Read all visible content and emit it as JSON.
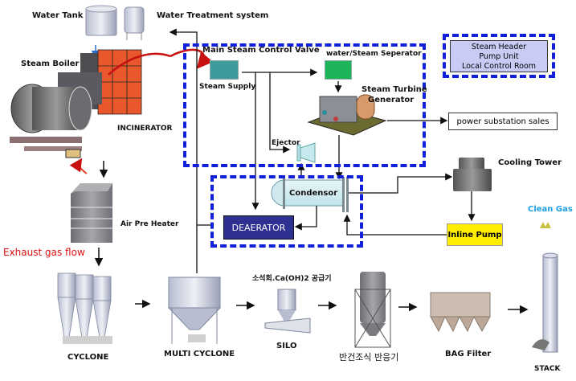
{
  "diagram": {
    "top": {
      "water_tank": "Water Tank",
      "water_treatment": "Water Treatment system",
      "steam_boiler": "Steam Boiler",
      "incinerator": "INCINERATOR",
      "air_pre_heater": "Air Pre Heater",
      "exhaust_gas_flow": "Exhaust gas flow"
    },
    "steam_block": {
      "main_steam_control_valve": "Main Steam Control Valve",
      "steam_supply": "Steam Supply",
      "water_steam_separator": "water/Steam Seperator",
      "steam_turbine_line1": "Steam Turbine",
      "steam_turbine_line2": "Generator",
      "ejector": "Ejector"
    },
    "legend_box": {
      "line1": "Steam Header",
      "line2": "Pump Unit",
      "line3": "Local Control Room"
    },
    "power_sales": "power substation sales",
    "condenser_block": {
      "condensor": "Condensor",
      "deaerator": "DEAERATOR"
    },
    "cooling": {
      "cooling_tower": "Cooling Tower",
      "inline_pump": "Inline Pump"
    },
    "gas_line": {
      "clean_gas": "Clean Gas",
      "cyclone": "CYCLONE",
      "multi_cyclone": "MULTI CYCLONE",
      "silo_supply": "소석회.Ca(OH)2 공급기",
      "silo": "SILO",
      "reactor": "반건조식 반응기",
      "bag_filter": "BAG Filter",
      "stack": "STACK"
    },
    "colors": {
      "dash_blue": "#1020d8",
      "steam_supply": "#3f9a9e",
      "separator": "#1db45a",
      "deaerator": "#2e3192",
      "inline_pump": "#ffee00",
      "legend_fill": "#c8ccf4",
      "exhaust_red": "#e01010",
      "clean_gas_blue": "#1ea0e6"
    }
  }
}
